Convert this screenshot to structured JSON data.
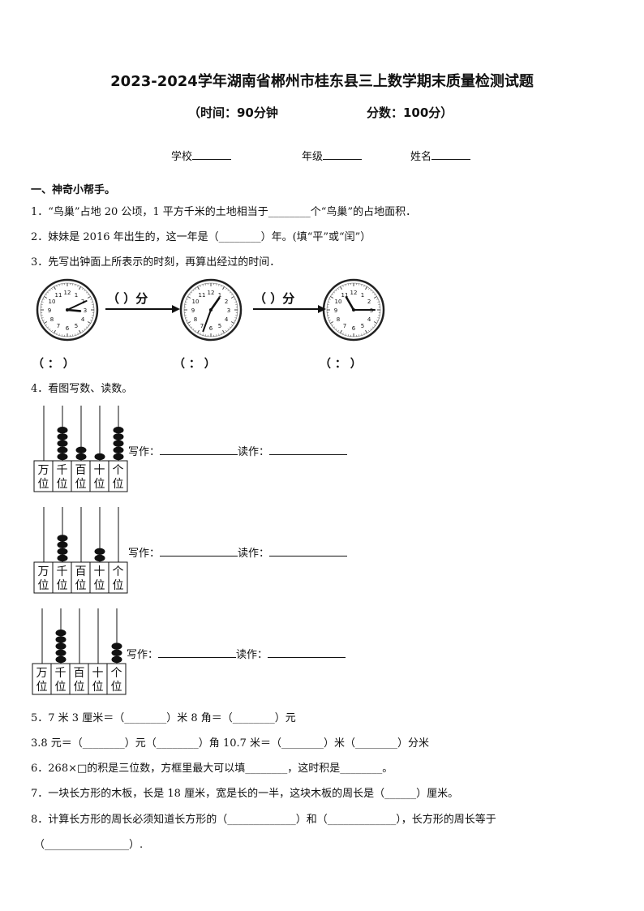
{
  "title": "2023-2024学年湖南省郴州市桂东县三上数学期末质量检测试题",
  "subtitle": {
    "time": "（时间：90分钟",
    "score": "分数：100分）"
  },
  "info": {
    "school": "学校",
    "grade": "年级",
    "name": "姓名"
  },
  "section1": "一、神奇小帮手。",
  "q1": "1．“鸟巢”占地 20 公顷，1 平方千米的土地相当于________个“鸟巢”的占地面积．",
  "q2": "2．妹妹是 2016 年出生的，这一年是（________）年。(填“平”或“闰”）",
  "q3": "3．先写出钟面上所表示的时刻，再算出经过的时间．",
  "clock_numbers": [
    "12",
    "1",
    "2",
    "3",
    "4",
    "5",
    "6",
    "7",
    "8",
    "9",
    "10",
    "11"
  ],
  "arrows": [
    {
      "label": "（      ）分"
    },
    {
      "label": "（      ）分"
    }
  ],
  "time_blanks": [
    "（    ：    ）",
    "（    ：    ）",
    "（    ：    ）"
  ],
  "q4": "4．看图写数、读数。",
  "place_labels": [
    [
      "万",
      "位"
    ],
    [
      "千",
      "位"
    ],
    [
      "百",
      "位"
    ],
    [
      "十",
      "位"
    ],
    [
      "个",
      "位"
    ]
  ],
  "abacus": [
    {
      "beads": [
        0,
        5,
        2,
        1,
        5
      ]
    },
    {
      "beads": [
        0,
        4,
        0,
        2,
        0
      ]
    },
    {
      "beads": [
        0,
        5,
        0,
        0,
        3
      ]
    }
  ],
  "write_label": "写作：",
  "read_label": "读作：",
  "q5a": "5．7 米 3 厘米＝（________）米      8 角＝（________）元",
  "q5b": "3.8 元＝（________）元（________）角      10.7 米＝（________）米（________）分米",
  "q6": "6．268×□的积是三位数，方框里最大可以填________，这时积是________。",
  "q7": "7．一块长方形的木板，长是 18 厘米，宽是长的一半，这块木板的周长是（______）厘米。",
  "q8a": "8．计算长方形的周长必须知道长方形的（_____________）和（_____________），长方形的周长等于",
  "q8b": "（________________）."
}
